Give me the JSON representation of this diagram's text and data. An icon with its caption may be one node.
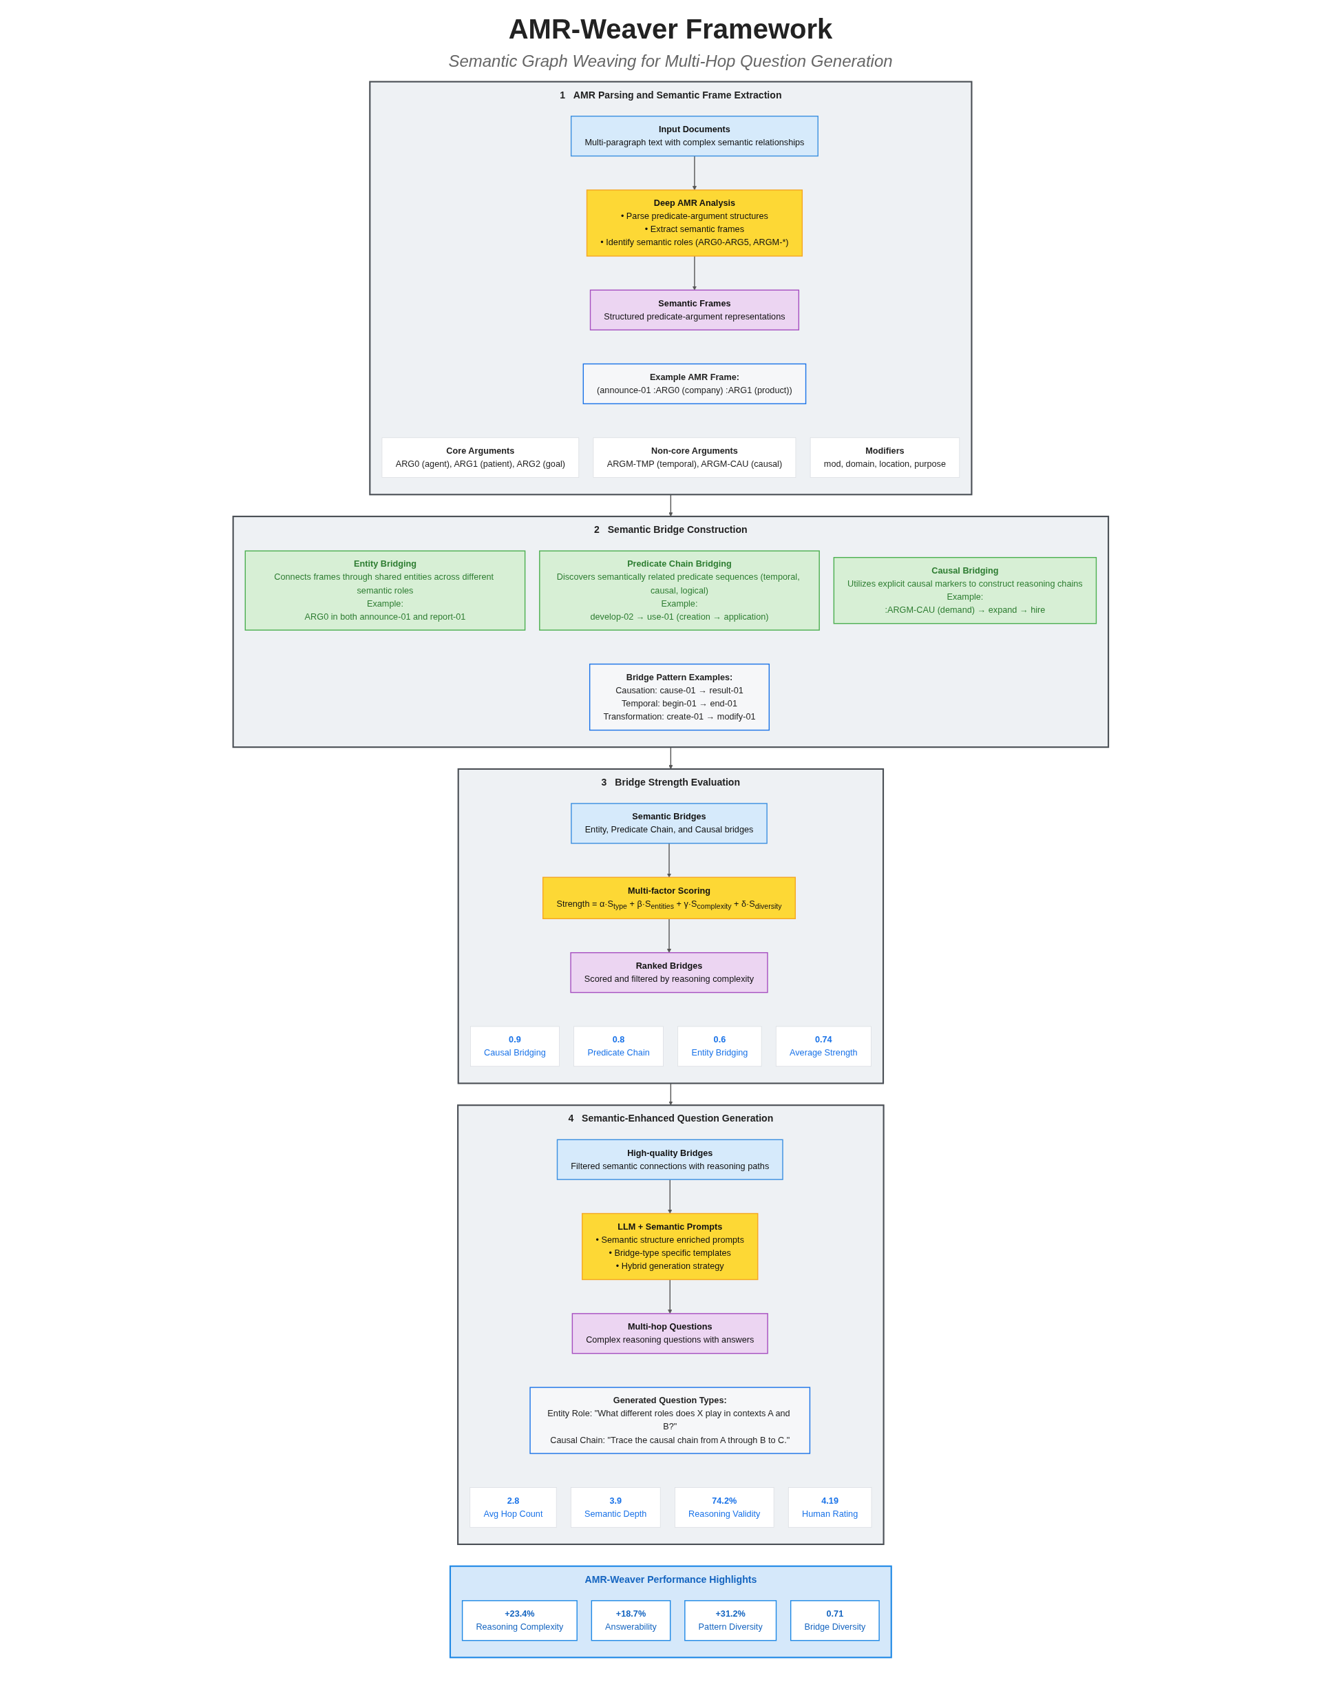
{
  "diagram": {
    "title": "AMR-Weaver Framework",
    "caption": "Semantic Graph Weaving for Multi-Hop Question Generation",
    "nodes": [
      {
        "text": [
          "1",
          "AMR Parsing and Semantic Frame Extraction"
        ]
      },
      {
        "text": [
          "Input Documents",
          "Multi-paragraph text with complex semantic relationships"
        ],
        "in": 0
      },
      {
        "text": [
          "Deep AMR Analysis",
          "• Parse predicate-argument structures",
          "• Extract semantic frames",
          "• Identify semantic roles (ARG0-ARG5, ARGM-*)"
        ],
        "in": 0
      },
      {
        "text": [
          "Semantic Frames",
          "Structured predicate-argument representations"
        ],
        "in": 0
      },
      {
        "text": [
          "Example AMR Frame:",
          "(announce-01 :ARG0 (company) :ARG1 (product))"
        ],
        "in": 0
      },
      {
        "text": [
          "Core Arguments",
          "ARG0 (agent), ARG1 (patient), ARG2 (goal)"
        ],
        "in": 0
      },
      {
        "text": [
          "Non-core Arguments",
          "ARGM-TMP (temporal), ARGM-CAU (causal)"
        ],
        "in": 0
      },
      {
        "text": [
          "Modifiers",
          "mod, domain, location, purpose"
        ],
        "in": 0
      },
      {
        "text": [
          "2",
          "Semantic Bridge Construction"
        ]
      },
      {
        "text": [
          "Entity Bridging",
          "Connects frames through shared entities across different semantic roles",
          "Example:",
          "ARG0 in both announce-01 and report-01"
        ],
        "in": 8
      },
      {
        "text": [
          "Predicate Chain Bridging",
          "Discovers semantically related predicate sequences (temporal, causal, logical)",
          "Example:",
          "develop-02 → use-01 (creation → application)"
        ],
        "in": 8
      },
      {
        "text": [
          "Causal Bridging",
          "Utilizes explicit causal markers to construct reasoning chains",
          "Example:",
          ":ARGM-CAU (demand) → expand → hire"
        ],
        "in": 8
      },
      {
        "text": [
          "Bridge Pattern Examples:",
          "Causation: cause-01 → result-01",
          "Temporal: begin-01 → end-01",
          "Transformation: create-01 → modify-01"
        ],
        "in": 8
      },
      {
        "text": [
          "3",
          "Bridge Strength Evaluation"
        ]
      },
      {
        "text": [
          "Semantic Bridges",
          "Entity, Predicate Chain, and Causal bridges"
        ],
        "in": 13
      },
      {
        "text": [
          "Multi-factor Scoring",
          "Strength = α·S$_{type}$ + β·S$_{entities}$ + γ·S$_{complexity}$ + δ·S$_{diversity}$"
        ],
        "in": 13
      },
      {
        "text": [
          "Ranked Bridges",
          "Scored and filtered by reasoning complexity"
        ],
        "in": 13
      },
      {
        "text": [
          "0.9",
          "Causal Bridging"
        ],
        "in": 13
      },
      {
        "text": [
          "0.8",
          "Predicate Chain"
        ],
        "in": 13
      },
      {
        "text": [
          "0.6",
          "Entity Bridging"
        ],
        "in": 13
      },
      {
        "text": [
          "0.74",
          "Average Strength"
        ],
        "in": 13
      },
      {
        "text": [
          "4",
          "Semantic-Enhanced Question Generation"
        ]
      },
      {
        "text": [
          "High-quality Bridges",
          "Filtered semantic connections with reasoning paths"
        ],
        "in": 21
      },
      {
        "text": [
          "LLM + Semantic Prompts",
          "• Semantic structure enriched prompts",
          "• Bridge-type specific templates",
          "• Hybrid generation strategy"
        ],
        "in": 21
      },
      {
        "text": [
          "Multi-hop Questions",
          "Complex reasoning questions with answers"
        ],
        "in": 21
      },
      {
        "text": [
          "Generated Question Types:",
          "Entity Role: \"What different roles does X play in contexts A and B?\"",
          "Causal Chain: \"Trace the causal chain from A through B to C.\""
        ],
        "in": 21
      },
      {
        "text": [
          "2.8",
          "Avg Hop Count"
        ],
        "in": 21
      },
      {
        "text": [
          "3.9",
          "Semantic Depth"
        ],
        "in": 21
      },
      {
        "text": [
          "74.2%",
          "Reasoning Validity"
        ],
        "in": 21
      },
      {
        "text": [
          "4.19",
          "Human Rating"
        ],
        "in": 21
      },
      {
        "text": [
          "AMR-Weaver Performance Highlights"
        ]
      },
      {
        "text": [
          "+23.4%",
          "Reasoning Complexity"
        ],
        "in": 30
      },
      {
        "text": [
          "+18.7%",
          "Answerability"
        ],
        "in": 30
      },
      {
        "text": [
          "+31.2%",
          "Pattern Diversity"
        ],
        "in": 30
      },
      {
        "text": [
          "0.71",
          "Bridge Diversity"
        ],
        "in": 30
      }
    ],
    "edges": [
      {
        "from": 1,
        "to": 2,
        "arrow": "to"
      },
      {
        "from": 2,
        "to": 3,
        "arrow": "to"
      },
      {
        "from": 0,
        "to": 8,
        "arrow": "to"
      },
      {
        "from": 8,
        "to": 13,
        "arrow": "to"
      },
      {
        "from": 14,
        "to": 15,
        "arrow": "to"
      },
      {
        "from": 15,
        "to": 16,
        "arrow": "to"
      },
      {
        "from": 13,
        "to": 21,
        "arrow": "to"
      },
      {
        "from": 22,
        "to": 23,
        "arrow": "to"
      },
      {
        "from": 23,
        "to": 24,
        "arrow": "to"
      }
    ]
  }
}
